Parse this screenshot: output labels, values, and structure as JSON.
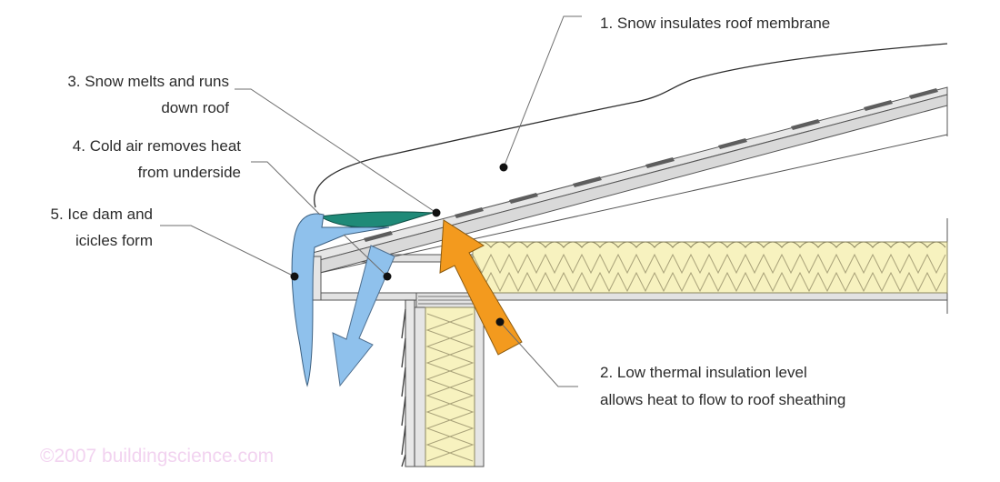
{
  "labels": {
    "snow_insulates": "1. Snow insulates roof membrane",
    "low_insulation_line1": "2. Low thermal insulation level",
    "low_insulation_line2": "allows heat to flow to roof sheathing",
    "snow_melts_line1": "3. Snow melts and runs",
    "snow_melts_line2": "down roof",
    "cold_air_line1": "4. Cold air removes heat",
    "cold_air_line2": "from underside",
    "ice_dam_line1": "5. Ice dam and",
    "ice_dam_line2": "icicles form"
  },
  "watermark": "©2007  buildingscience.com",
  "colors": {
    "snow_fill": "#ffffff",
    "melt_water": "#1f8a78",
    "ice": "#8fc1ec",
    "cold_air_arrow": "#8fc1ec",
    "heat_arrow": "#f39a1e",
    "insulation": "#f7f2bf",
    "structure": "#e5e5e5",
    "outline": "#444444"
  },
  "icon_names": [
    "cold-air-arrow-icon",
    "heat-flow-arrow-icon"
  ]
}
